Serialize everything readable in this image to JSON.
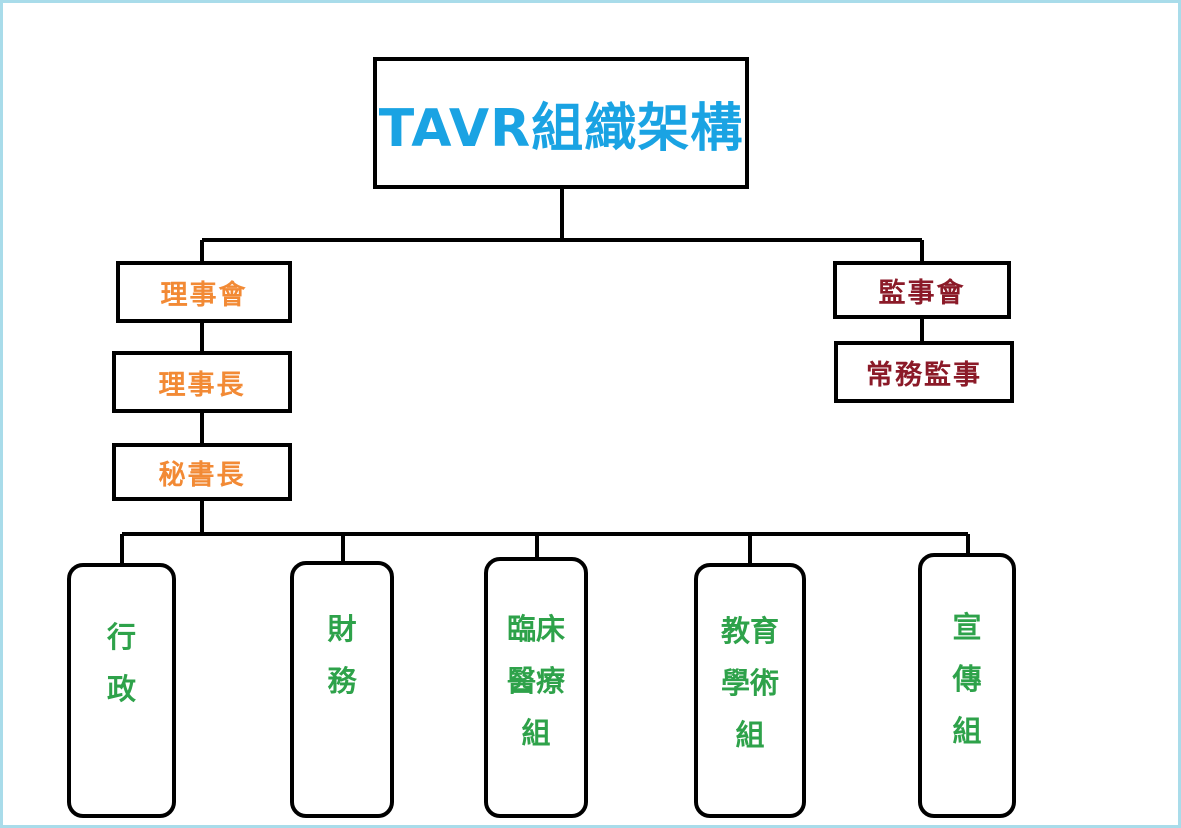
{
  "title": "TAVR組織架構",
  "left_branch": {
    "board": "理事會",
    "chairman": "理事長",
    "secretary_general": "秘書長"
  },
  "right_branch": {
    "supervisors": "監事會",
    "standing_supervisor": "常務監事"
  },
  "groups": [
    "行\n政",
    "財\n務",
    "臨床\n醫療\n組",
    "教育\n學術\n組",
    "宣\n傳\n組"
  ],
  "colors": {
    "title": "#1aa3e3",
    "left_branch": "#f28a35",
    "right_branch": "#8b1a28",
    "groups": "#2ea24a",
    "frame": "#a9dcea"
  }
}
